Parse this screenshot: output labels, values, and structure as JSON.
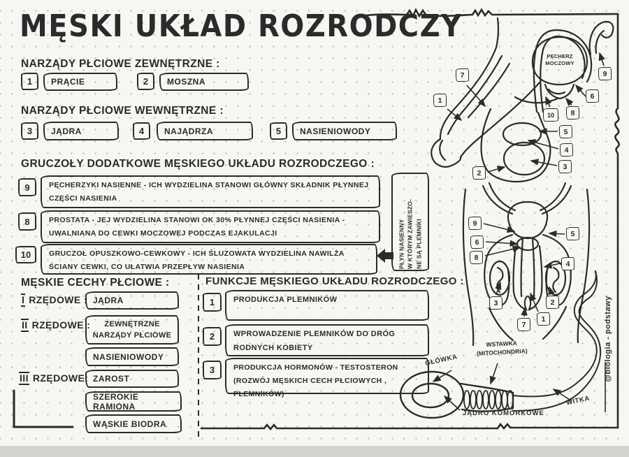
{
  "title": "MĘSKI UKŁAD ROZRODCZY",
  "signature": "@biologia - podstawy",
  "colors": {
    "ink": "#2b2b2b",
    "paper": "#f7f6f2",
    "dots": "#c7c6c2"
  },
  "external_organs": {
    "header": "NARZĄDY PŁCIOWE ZEWNĘTRZNE :",
    "items": [
      {
        "num": "1",
        "label": "PRĄCIE"
      },
      {
        "num": "2",
        "label": "MOSZNA"
      }
    ]
  },
  "internal_organs": {
    "header": "NARZĄDY PŁCIOWE WEWNĘTRZNE :",
    "items": [
      {
        "num": "3",
        "label": "JĄDRA"
      },
      {
        "num": "4",
        "label": "NAJĄDRZA"
      },
      {
        "num": "5",
        "label": "NASIENIOWODY"
      }
    ]
  },
  "glands": {
    "header": "GRUCZOŁY DODATKOWE MĘSKIEGO UKŁADU ROZRODCZEGO :",
    "items": [
      {
        "num": "9",
        "text": "PĘCHERZYKI NASIENNE - ICH WYDZIELINA STANOWI GŁÓWNY SKŁADNIK PŁYNNEJ CZĘŚCI NASIENIA"
      },
      {
        "num": "8",
        "text": "PROSTATA - JEJ WYDZIELINA STANOWI OK 30% PŁYNNEJ CZĘŚCI NASIENIA - UWALNIANA DO CEWKI MOCZOWEJ PODCZAS EJAKULACJI"
      },
      {
        "num": "10",
        "text": "GRUCZOŁ OPUSZKOWO-CEWKOWY - ICH ŚLUZOWATA WYDZIELINA NAWILŻA ŚCIANY CEWKI, CO UŁATWIA PRZEPŁYW NASIENIA"
      }
    ],
    "note_lines": [
      "PŁYN NASIENNY",
      "W KTÓRYM ZAWIESZO-",
      "NE SĄ PLEMNIKI"
    ]
  },
  "traits": {
    "header": "MĘSKIE CECHY PŁCIOWE :",
    "rows": [
      {
        "numeral": "I",
        "label": "RZĘDOWE :",
        "values": [
          "JĄDRA"
        ]
      },
      {
        "numeral": "II",
        "label": "RZĘDOWE :",
        "values": [
          "ZEWNĘTRZNE NARZĄDY PŁCIOWE",
          "NASIENIOWODY"
        ]
      },
      {
        "numeral": "III",
        "label": "RZĘDOWE:",
        "values": [
          "ZAROST",
          "SZEROKIE RAMIONA",
          "WĄSKIE BIODRA"
        ]
      }
    ]
  },
  "functions": {
    "header": "FUNKCJE MĘSKIEGO UKŁADU ROZRODCZEGO :",
    "items": [
      {
        "num": "1",
        "text": "PRODUKCJA PLEMNIKÓW"
      },
      {
        "num": "2",
        "text": "WPROWADZENIE PLEMNIKÓW DO DRÓG RODNYCH KOBIETY"
      },
      {
        "num": "3",
        "text": "PRODUKCJA HORMONÓW - TESTOSTERON (ROZWÓJ MĘSKICH CECH PŁCIOWYCH , PLEMNIKÓW)"
      }
    ]
  },
  "side_view": {
    "bladder_label_lines": [
      "PĘCHERZ",
      "MOCZOWY"
    ],
    "callouts": [
      "1",
      "7",
      "9",
      "6",
      "8",
      "10",
      "5",
      "4",
      "3",
      "2"
    ]
  },
  "front_view": {
    "callouts": [
      "9",
      "6",
      "8",
      "5",
      "4",
      "3",
      "2",
      "7",
      "1"
    ]
  },
  "sperm": {
    "head_label": "GŁÓWKA",
    "midpiece_label_lines": [
      "WSTAWKA",
      "(MITOCHONDRIA)"
    ],
    "nucleus_label": "JĄDRO KOMÓRKOWE",
    "tail_label": "WITKA"
  }
}
